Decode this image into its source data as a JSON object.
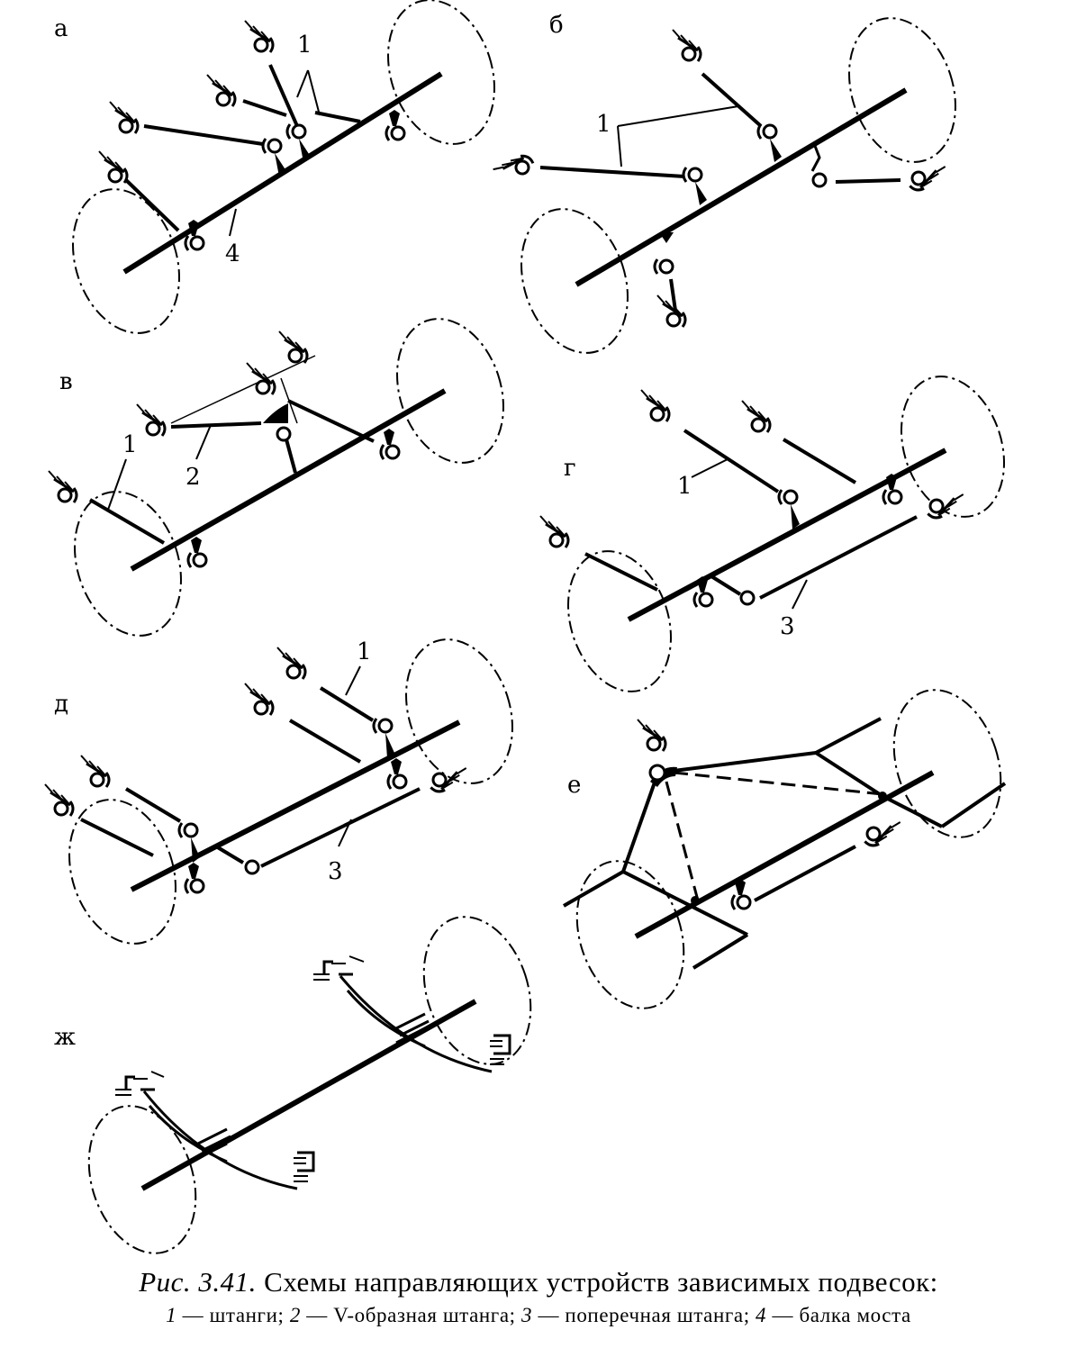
{
  "panels": [
    {
      "id": "a",
      "label": "а",
      "callouts": [
        "1",
        "4"
      ]
    },
    {
      "id": "b",
      "label": "б",
      "callouts": [
        "1"
      ]
    },
    {
      "id": "v",
      "label": "в",
      "callouts": [
        "1",
        "2"
      ]
    },
    {
      "id": "g",
      "label": "г",
      "callouts": [
        "1",
        "3"
      ]
    },
    {
      "id": "d",
      "label": "д",
      "callouts": [
        "1",
        "3"
      ]
    },
    {
      "id": "e",
      "label": "е",
      "callouts": []
    },
    {
      "id": "zh",
      "label": "ж",
      "callouts": []
    }
  ],
  "caption": {
    "fig_prefix": "Рис.",
    "fig_number": "3.41.",
    "title": "Схемы направляющих устройств зависимых подвесок:",
    "legend": [
      {
        "num": "1",
        "text": "— штанги;"
      },
      {
        "num": "2",
        "text": "— V-образная штанга;"
      },
      {
        "num": "3",
        "text": "— поперечная штанга;"
      },
      {
        "num": "4",
        "text": "— балка моста"
      }
    ]
  }
}
